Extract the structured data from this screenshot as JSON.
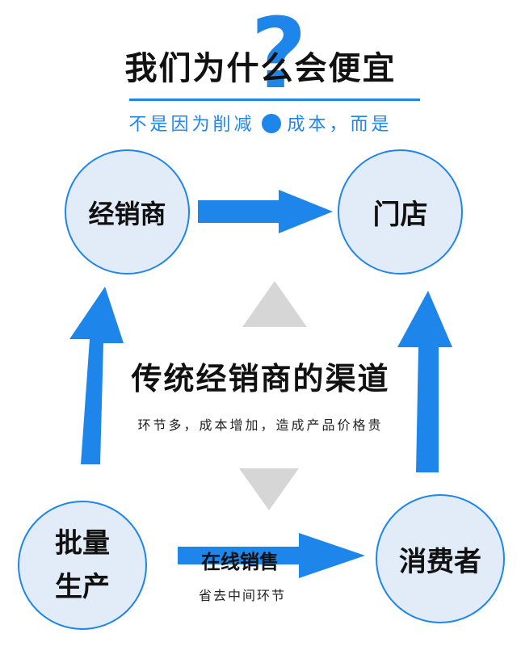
{
  "header": {
    "title": "我们为什么会便宜",
    "subtitle_before": "不是因为削减",
    "subtitle_after": "成本，而是"
  },
  "nodes": {
    "dealer": "经销商",
    "store": "门店",
    "batch": "批量生产",
    "consumer": "消费者"
  },
  "center": {
    "title": "传统经销商的渠道",
    "subtitle": "环节多，成本增加，造成产品价格贵"
  },
  "online": {
    "label": "在线销售",
    "subtitle": "省去中间环节"
  },
  "colors": {
    "accent": "#1e86ea",
    "circle_fill": "#e2ecf8",
    "triangle": "#d6d6d6"
  }
}
